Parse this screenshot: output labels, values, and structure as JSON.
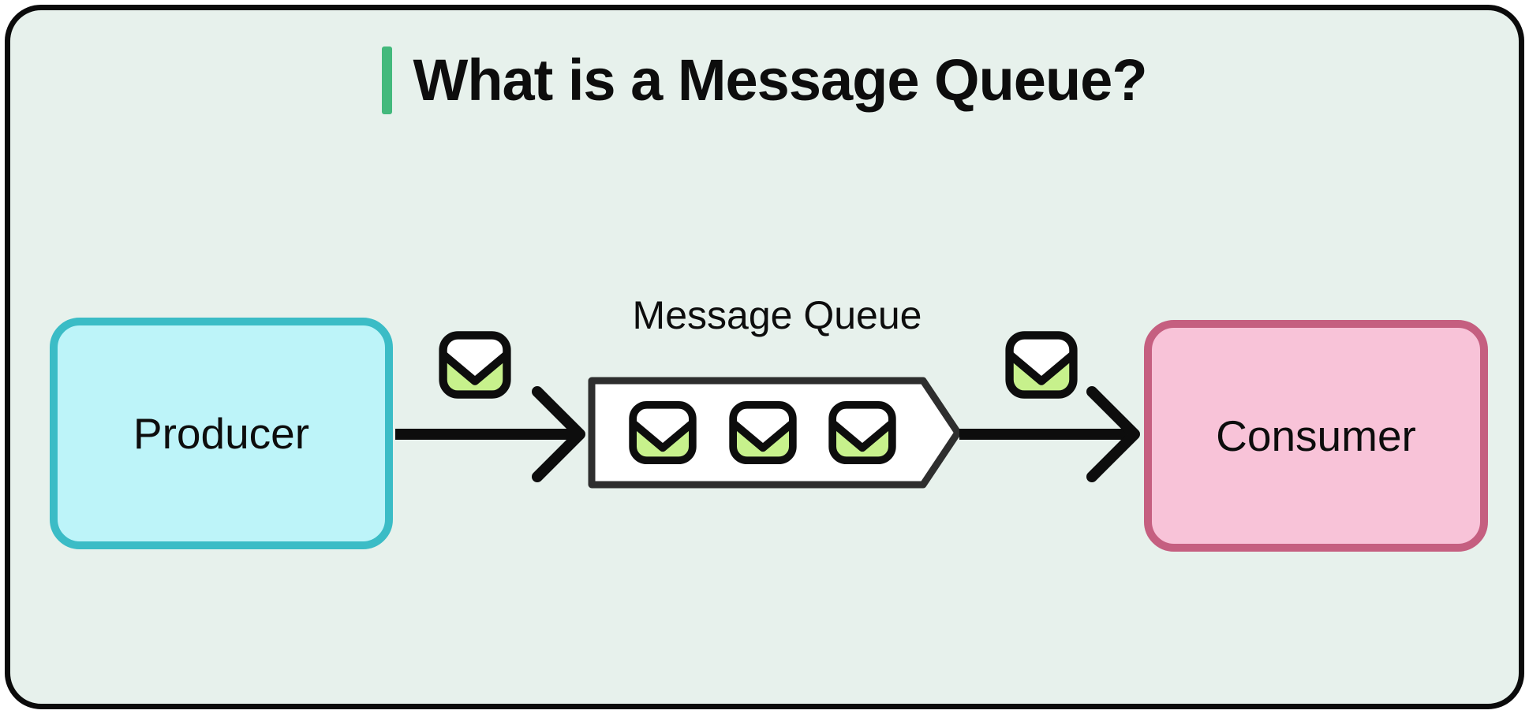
{
  "title": {
    "text": "What is a Message Queue?"
  },
  "diagram": {
    "producer": {
      "label": "Producer"
    },
    "queue": {
      "label": "Message Queue",
      "message_count": 3
    },
    "consumer": {
      "label": "Consumer"
    }
  },
  "icons": {
    "envelope": "message-envelope-icon",
    "arrow": "arrow-right-icon"
  },
  "colors": {
    "page_background": "#ffffff",
    "card_background": "#e7f1ec",
    "card_border": "#0b0b0b",
    "title_accent_bar": "#43b97c",
    "producer_fill": "#bdf4f9",
    "producer_border": "#3bbcc6",
    "consumer_fill": "#f8c3d8",
    "consumer_border": "#c55f80",
    "queue_fill": "#ffffff",
    "queue_border": "#2e2e2e",
    "envelope_green": "#c7f18c",
    "envelope_outline": "#0d0d0d",
    "arrow": "#0d0d0d",
    "text": "#0d0d0d"
  }
}
